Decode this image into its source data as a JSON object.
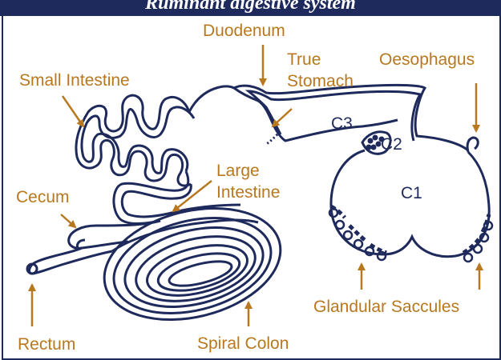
{
  "title": "Ruminant digestive system",
  "colors": {
    "label": "#b8781f",
    "outline": "#1f2a5c",
    "title_bar": "#1f2a5c",
    "background": "#ffffff"
  },
  "labels": {
    "duodenum": "Duodenum",
    "true_stomach_line1": "True",
    "true_stomach_line2": "Stomach",
    "oesophagus": "Oesophagus",
    "small_intestine": "Small Intestine",
    "c3": "C3",
    "c2": "C2",
    "c1": "C1",
    "large_intestine_line1": "Large",
    "large_intestine_line2": "Intestine",
    "cecum": "Cecum",
    "glandular_saccules": "Glandular Saccules",
    "rectum": "Rectum",
    "spiral_colon": "Spiral Colon"
  }
}
